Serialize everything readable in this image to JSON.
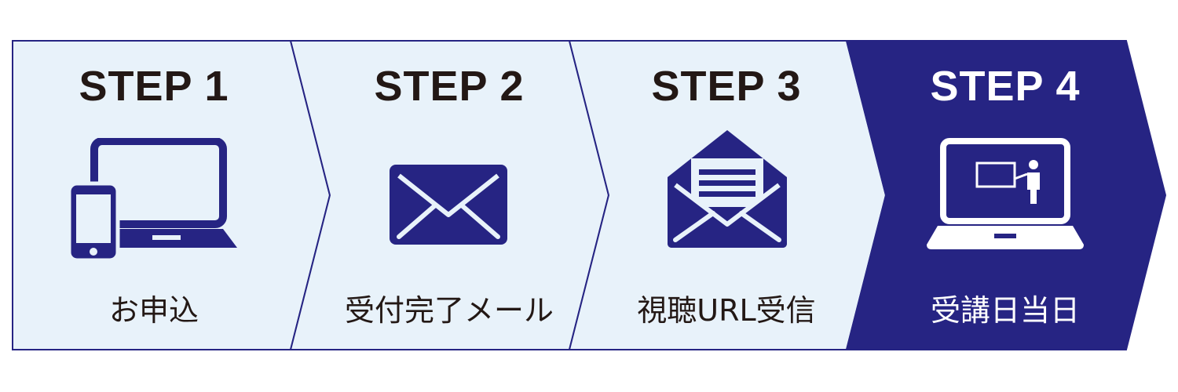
{
  "colors": {
    "panel_fill": "#e8f2fa",
    "accent": "#262483",
    "text_dark": "#231815",
    "text_light": "#ffffff"
  },
  "steps": [
    {
      "title": "STEP 1",
      "label": "お申込",
      "icon": "devices-icon",
      "active": false
    },
    {
      "title": "STEP 2",
      "label": "受付完了メール",
      "icon": "envelope-closed-icon",
      "active": false
    },
    {
      "title": "STEP 3",
      "label": "視聴URL受信",
      "icon": "envelope-open-icon",
      "active": false
    },
    {
      "title": "STEP 4",
      "label": "受講日当日",
      "icon": "laptop-lecture-icon",
      "active": true
    }
  ]
}
